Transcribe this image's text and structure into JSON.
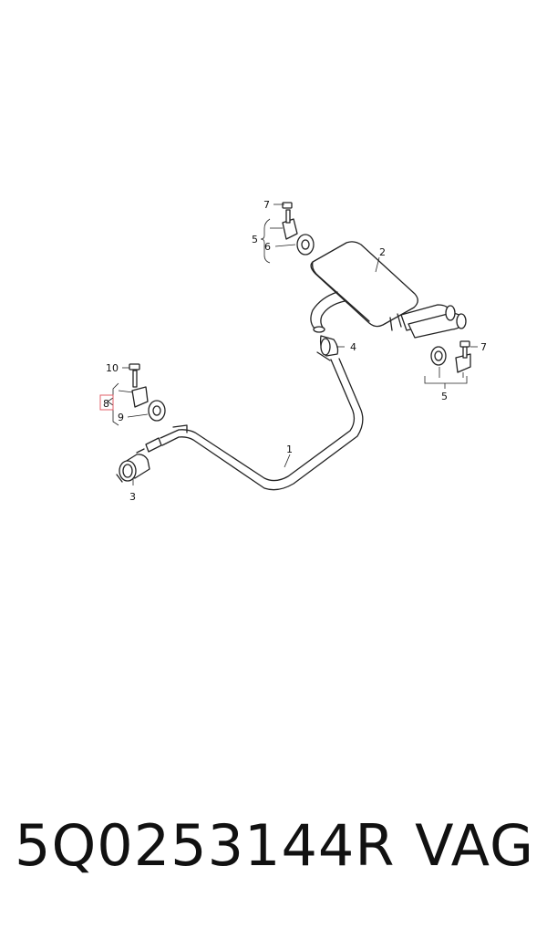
{
  "diagram": {
    "callouts": [
      {
        "id": "1",
        "label": "1"
      },
      {
        "id": "2",
        "label": "2"
      },
      {
        "id": "3",
        "label": "3"
      },
      {
        "id": "4",
        "label": "4"
      },
      {
        "id": "5a",
        "label": "5"
      },
      {
        "id": "5b",
        "label": "5"
      },
      {
        "id": "6",
        "label": "6"
      },
      {
        "id": "7a",
        "label": "7"
      },
      {
        "id": "7b",
        "label": "7"
      },
      {
        "id": "8",
        "label": "8"
      },
      {
        "id": "9",
        "label": "9"
      },
      {
        "id": "10",
        "label": "10"
      }
    ],
    "highlight_color": "#e0606a"
  },
  "footer": {
    "part_number": "5Q0253144R",
    "brand": "VAG"
  }
}
